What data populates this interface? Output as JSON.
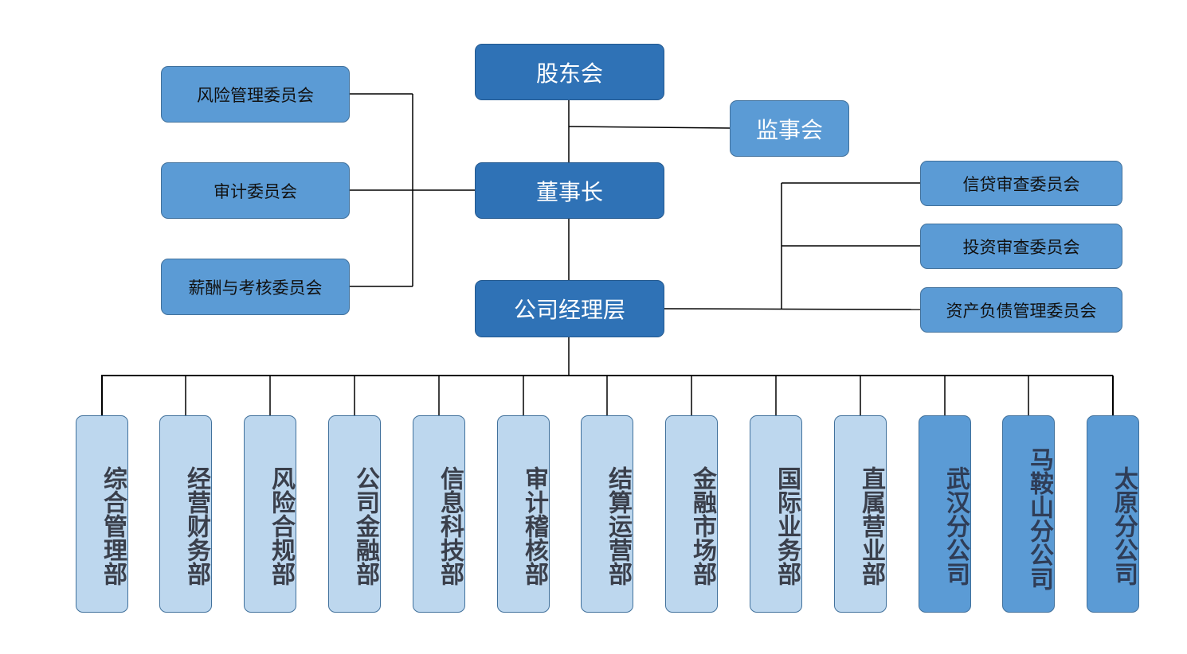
{
  "colors": {
    "primary_box": "#2f72b6",
    "secondary_box": "#5b9bd5",
    "department_box": "#bdd7ee",
    "line": "#000000"
  },
  "top": {
    "shareholders": "股东会",
    "supervisors": "监事会",
    "chairman": "董事长",
    "management": "公司经理层"
  },
  "board_committees": [
    "风险管理委员会",
    "审计委员会",
    "薪酬与考核委员会"
  ],
  "management_committees": [
    "信贷审查委员会",
    "投资审查委员会",
    "资产负债管理委员会"
  ],
  "departments": [
    "综合管理部",
    "经营财务部",
    "风险合规部",
    "公司金融部",
    "信息科技部",
    "审计稽核部",
    "结算运营部",
    "金融市场部",
    "国际业务部",
    "直属营业部"
  ],
  "branches": [
    "武汉分公司",
    "马鞍山分公司",
    "太原分公司"
  ]
}
